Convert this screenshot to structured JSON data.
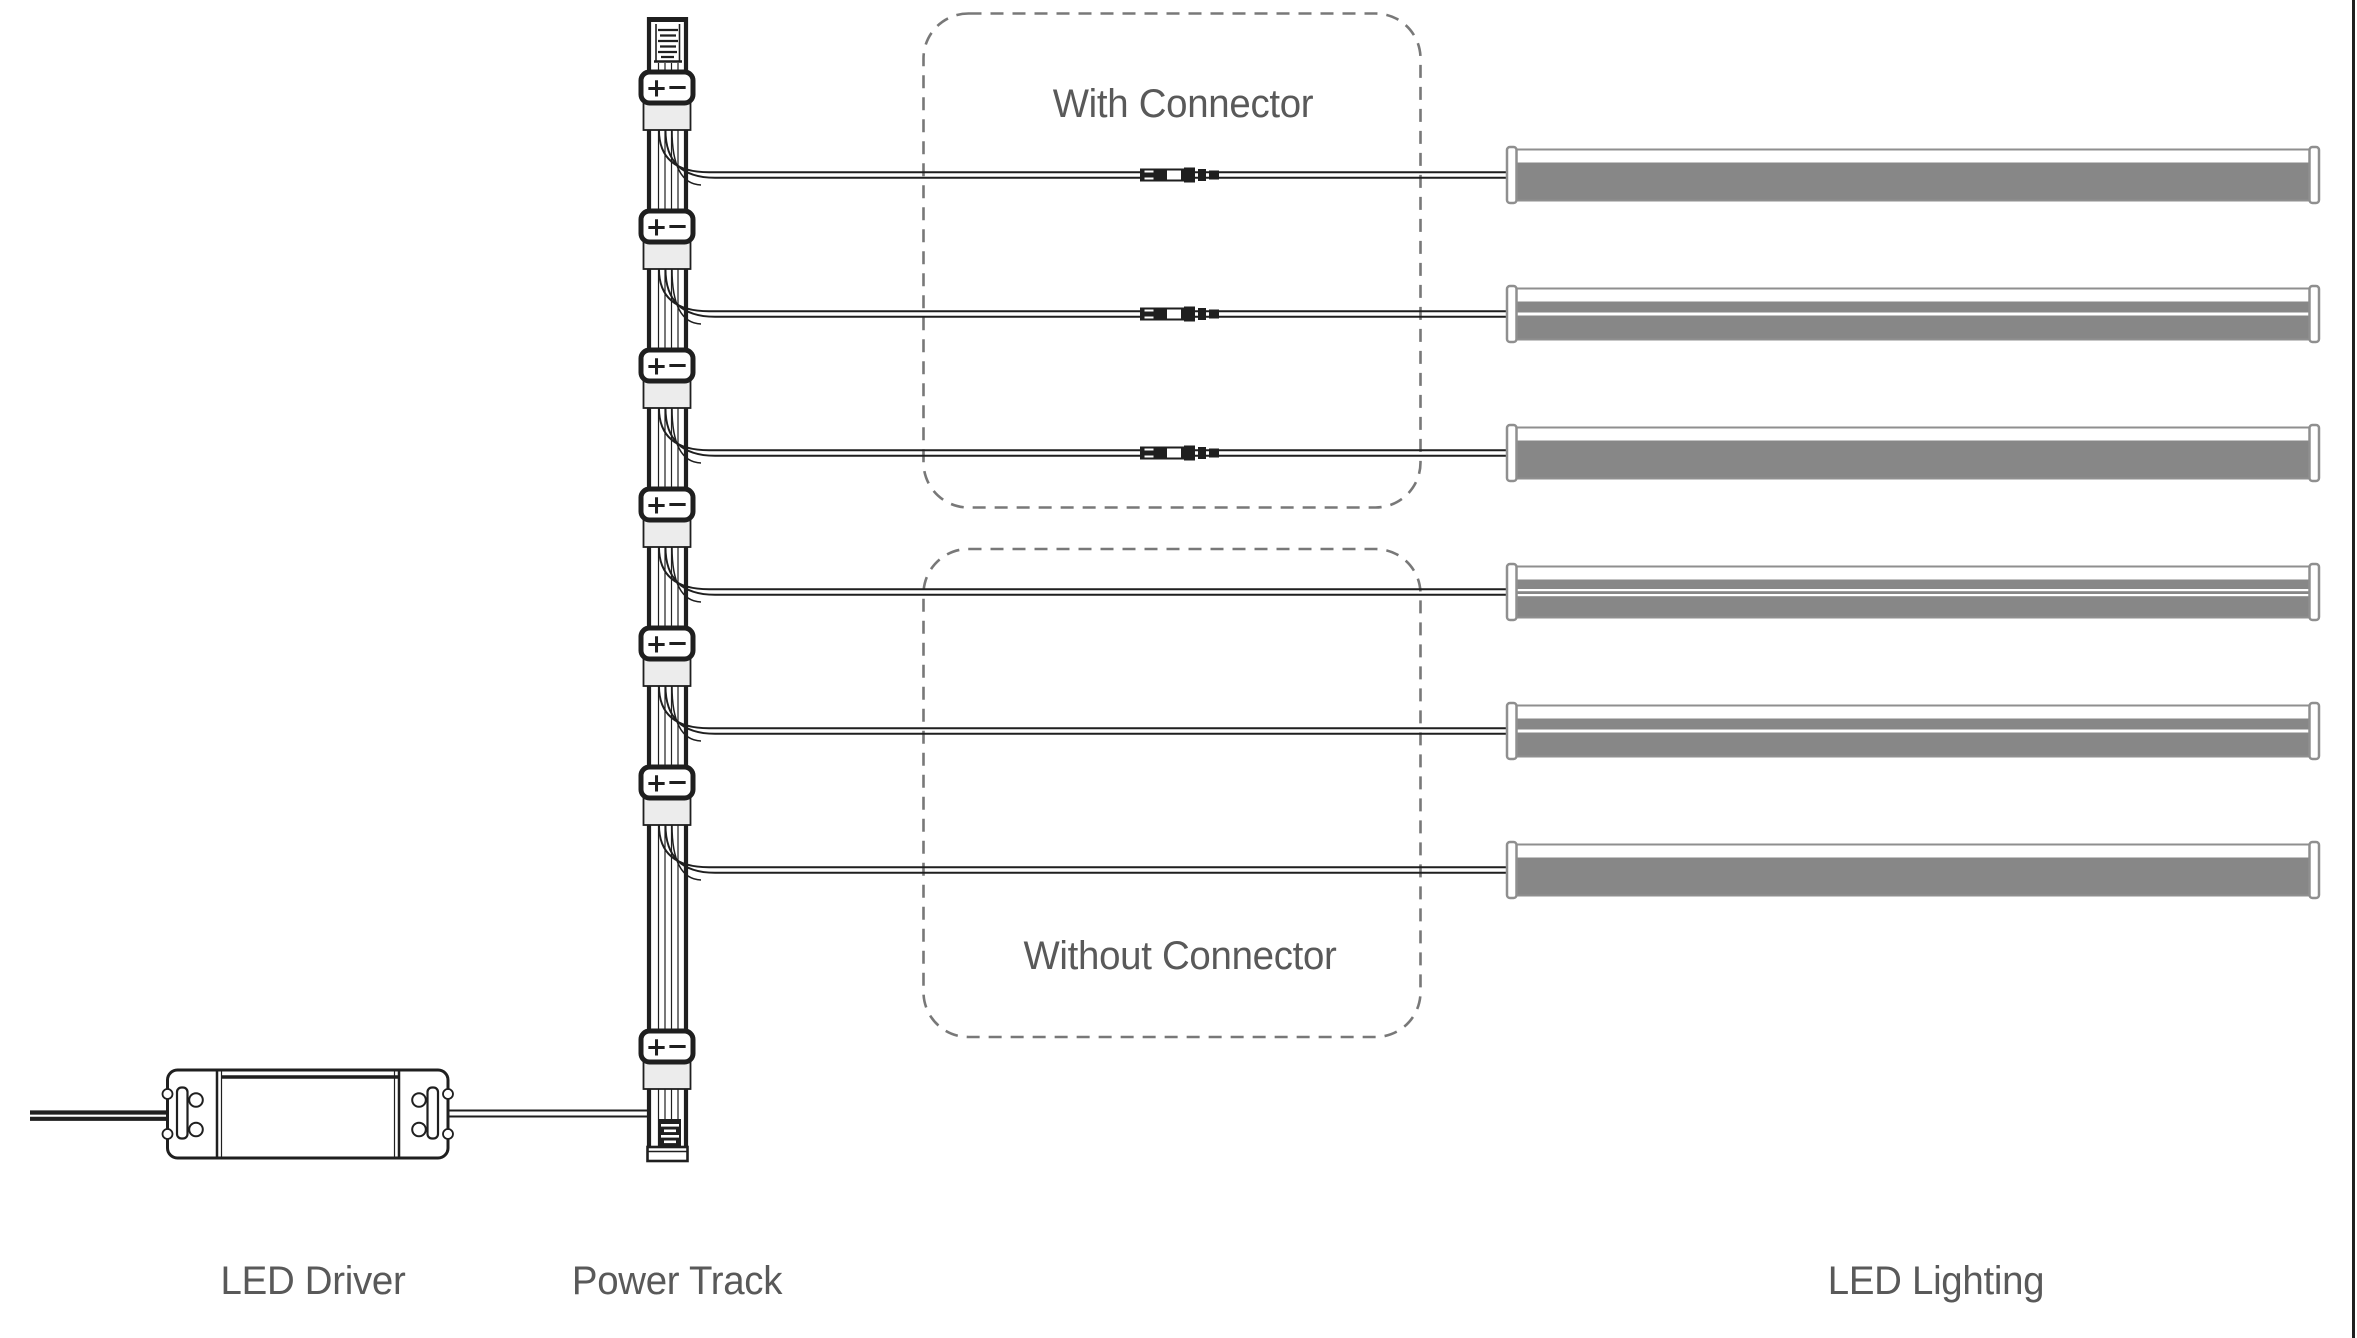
{
  "diagram": {
    "labels": {
      "led_driver": "LED Driver",
      "power_track": "Power Track",
      "led_lighting": "LED Lighting"
    },
    "groups": {
      "with_connector": {
        "label": "With Connector"
      },
      "without_connector": {
        "label": "Without Connector"
      }
    },
    "terminal": {
      "count": 7,
      "polarity_plus": "+",
      "polarity_minus": "−"
    },
    "lights": [
      {
        "name": "light-1",
        "connector": true,
        "stripe": "none"
      },
      {
        "name": "light-2",
        "connector": true,
        "stripe": "single"
      },
      {
        "name": "light-3",
        "connector": true,
        "stripe": "none"
      },
      {
        "name": "light-4",
        "connector": false,
        "stripe": "double"
      },
      {
        "name": "light-5",
        "connector": false,
        "stripe": "single"
      },
      {
        "name": "light-6",
        "connector": false,
        "stripe": "none"
      }
    ],
    "colors": {
      "line": "#1f1f1f",
      "bar_fill": "#878787",
      "bar_outline": "#8f8f8f",
      "terminal_body": "#ececec",
      "dashed_box": "#787878",
      "label_text": "#595959"
    }
  }
}
